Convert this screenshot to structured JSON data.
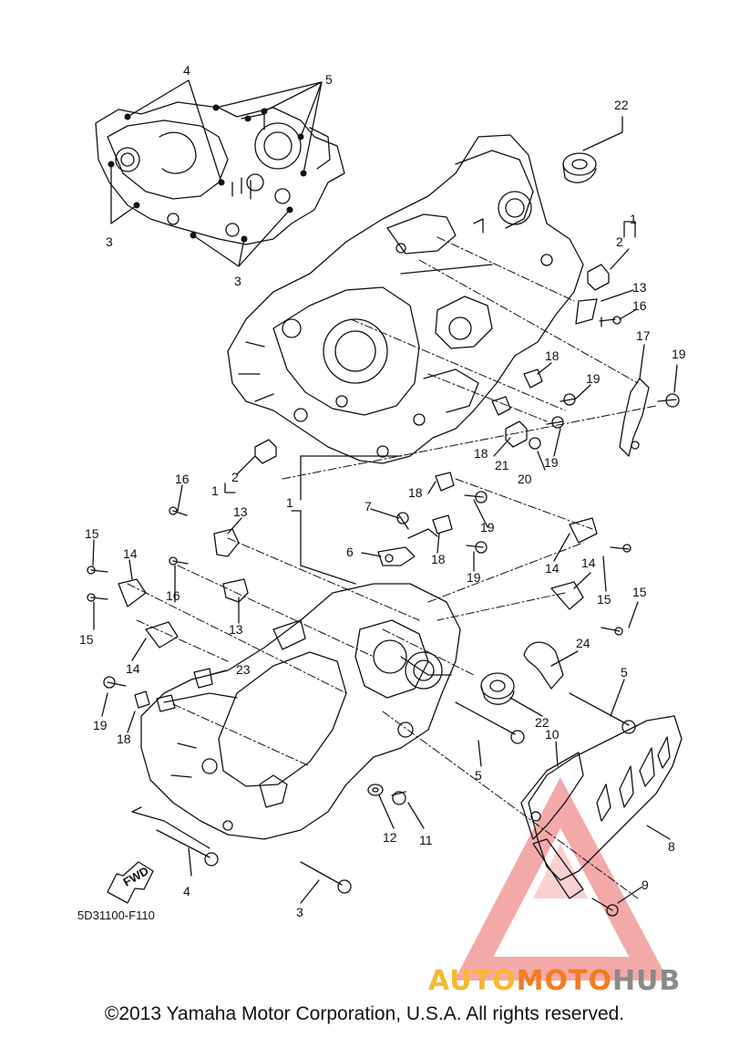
{
  "diagram": {
    "part_code": "5D31100-F110",
    "fwd_label": "FWD",
    "callouts": [
      "1",
      "2",
      "3",
      "4",
      "5",
      "6",
      "7",
      "8",
      "9",
      "10",
      "11",
      "12",
      "13",
      "14",
      "15",
      "16",
      "17",
      "18",
      "19",
      "20",
      "21",
      "22",
      "23",
      "24"
    ]
  },
  "watermark": {
    "part1": "AUTO",
    "part2": "MOTO",
    "part3": "HUB"
  },
  "footer": {
    "copyright": "©2013 Yamaha Motor Corporation, U.S.A. All rights reserved."
  },
  "colors": {
    "line": "#111111",
    "watermark_triangle": "#f4a0a0",
    "watermark_auto": "#f7b733",
    "watermark_moto": "#f47c20",
    "watermark_hub": "#8a8a8a"
  }
}
